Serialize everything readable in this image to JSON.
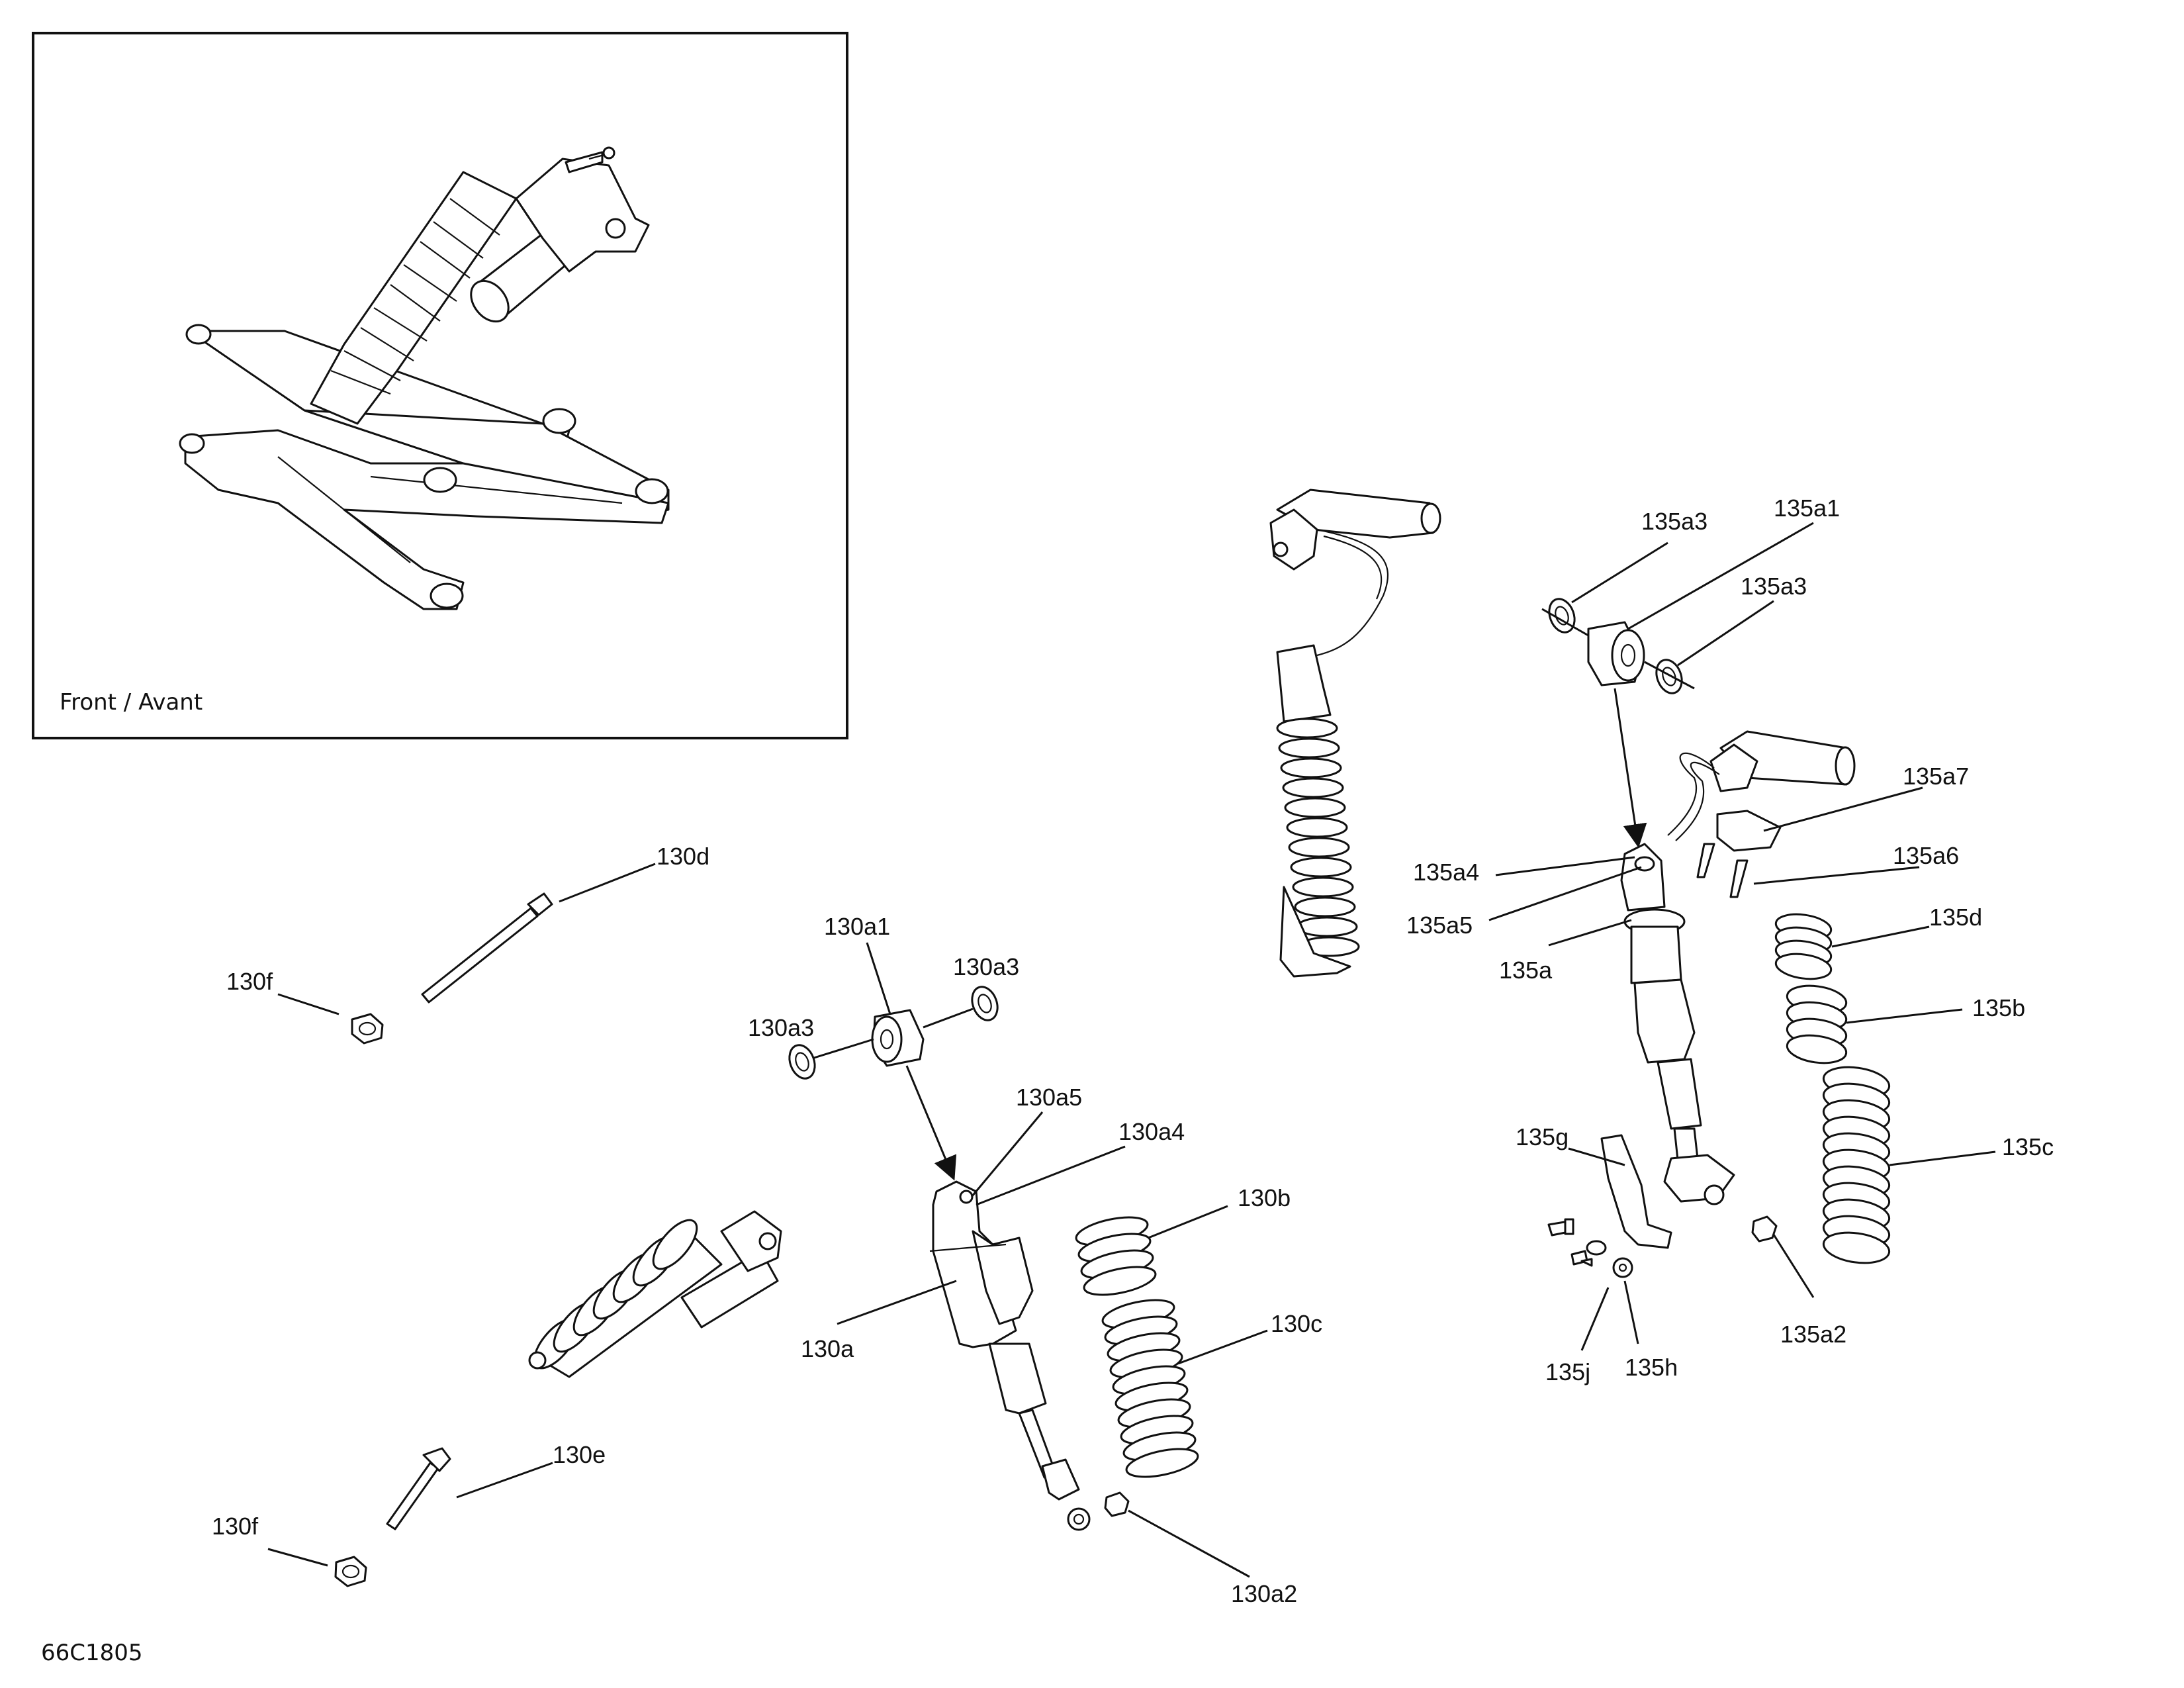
{
  "inset": {
    "caption": "Front / Avant"
  },
  "drawing_number": "66C1805",
  "labels": {
    "l_130d": "130d",
    "l_130f_top": "130f",
    "l_130a1": "130a1",
    "l_130a3_right": "130a3",
    "l_130a3_left": "130a3",
    "l_130a5": "130a5",
    "l_130a4": "130a4",
    "l_130b": "130b",
    "l_130a": "130a",
    "l_130c": "130c",
    "l_130e": "130e",
    "l_130f_bottom": "130f",
    "l_130a2": "130a2",
    "l_135a3_top": "135a3",
    "l_135a1": "135a1",
    "l_135a3_right": "135a3",
    "l_135a7": "135a7",
    "l_135a4": "135a4",
    "l_135a6": "135a6",
    "l_135a5": "135a5",
    "l_135d": "135d",
    "l_135a": "135a",
    "l_135b": "135b",
    "l_135g": "135g",
    "l_135c": "135c",
    "l_135a2": "135a2",
    "l_135j": "135j",
    "l_135h": "135h"
  }
}
